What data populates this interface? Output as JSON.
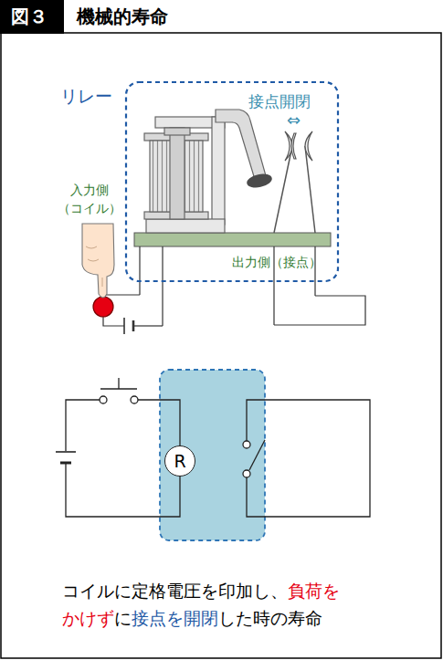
{
  "diagram": {
    "title": "機械的寿命",
    "caption": "コイルに定格電圧を印加し、負荷をかけずに接点を開閉した時の寿命",
    "nodes": [
      {
        "text": [
          "リレー"
        ]
      },
      {
        "text": [
          "R"
        ]
      }
    ],
    "labels": [
      "図３",
      "接点開閉",
      "⇔",
      "入力側 （コイル）",
      "出力側（接点）"
    ]
  }
}
